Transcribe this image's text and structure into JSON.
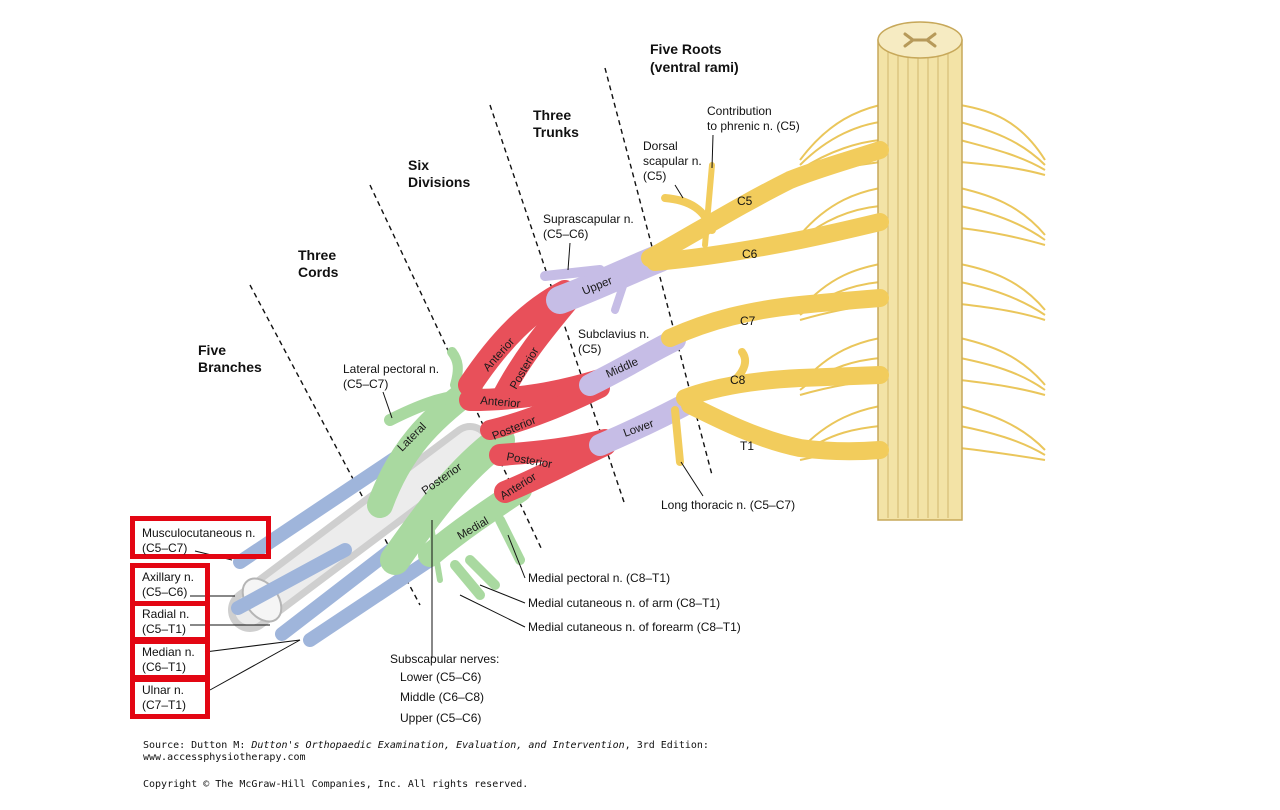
{
  "headers": {
    "roots": [
      "Five Roots",
      "(ventral rami)"
    ],
    "trunks": [
      "Three",
      "Trunks"
    ],
    "divisions": [
      "Six",
      "Divisions"
    ],
    "cords": [
      "Three",
      "Cords"
    ],
    "branches": [
      "Five",
      "Branches"
    ]
  },
  "roots": [
    "C5",
    "C6",
    "C7",
    "C8",
    "T1"
  ],
  "trunks": [
    "Upper",
    "Middle",
    "Lower"
  ],
  "divisions": [
    "Anterior",
    "Posterior",
    "Anterior",
    "Posterior",
    "Posterior",
    "Anterior"
  ],
  "cords": [
    "Lateral",
    "Posterior",
    "Medial"
  ],
  "nerves": {
    "phrenic": [
      "Contribution",
      "to phrenic n. (C5)"
    ],
    "dorsal_scapular": [
      "Dorsal",
      "scapular n.",
      "(C5)"
    ],
    "suprascapular": [
      "Suprascapular n.",
      "(C5–C6)"
    ],
    "subclavius": [
      "Subclavius n.",
      "(C5)"
    ],
    "lateral_pectoral": [
      "Lateral pectoral n.",
      "(C5–C7)"
    ],
    "long_thoracic": "Long thoracic n. (C5–C7)",
    "medial_pectoral": "Medial pectoral n. (C8–T1)",
    "medial_cut_arm": "Medial cutaneous n. of arm (C8–T1)",
    "medial_cut_forearm": "Medial cutaneous n. of forearm (C8–T1)",
    "subscapular": [
      "Subscapular nerves:",
      "Lower (C5–C6)",
      "Middle (C6–C8)",
      "Upper (C5–C6)"
    ]
  },
  "branches": [
    {
      "name": "Musculocutaneous n.",
      "roots": "(C5–C7)"
    },
    {
      "name": "Axillary n.",
      "roots": "(C5–C6)"
    },
    {
      "name": "Radial n.",
      "roots": "(C5–T1)"
    },
    {
      "name": "Median n.",
      "roots": "(C6–T1)"
    },
    {
      "name": "Ulnar n.",
      "roots": "(C7–T1)"
    }
  ],
  "source": {
    "prefix": "Source: Dutton M: ",
    "title": "Dutton's Orthopaedic Examination, Evaluation, and Intervention",
    "suffix": ", 3rd Edition:",
    "url": "www.accessphysiotherapy.com",
    "copyright": "Copyright © The McGraw-Hill Companies, Inc. All rights reserved."
  },
  "colors": {
    "root": "#f2cc5c",
    "root_edge": "#c89a24",
    "cord_spine": "#efe0a8",
    "trunk": "#c6bde6",
    "division": "#e8505a",
    "cord": "#a9d9a0",
    "branch": "#9fb5db",
    "artery": "#dcdcdc",
    "highlight": "#e30613"
  }
}
